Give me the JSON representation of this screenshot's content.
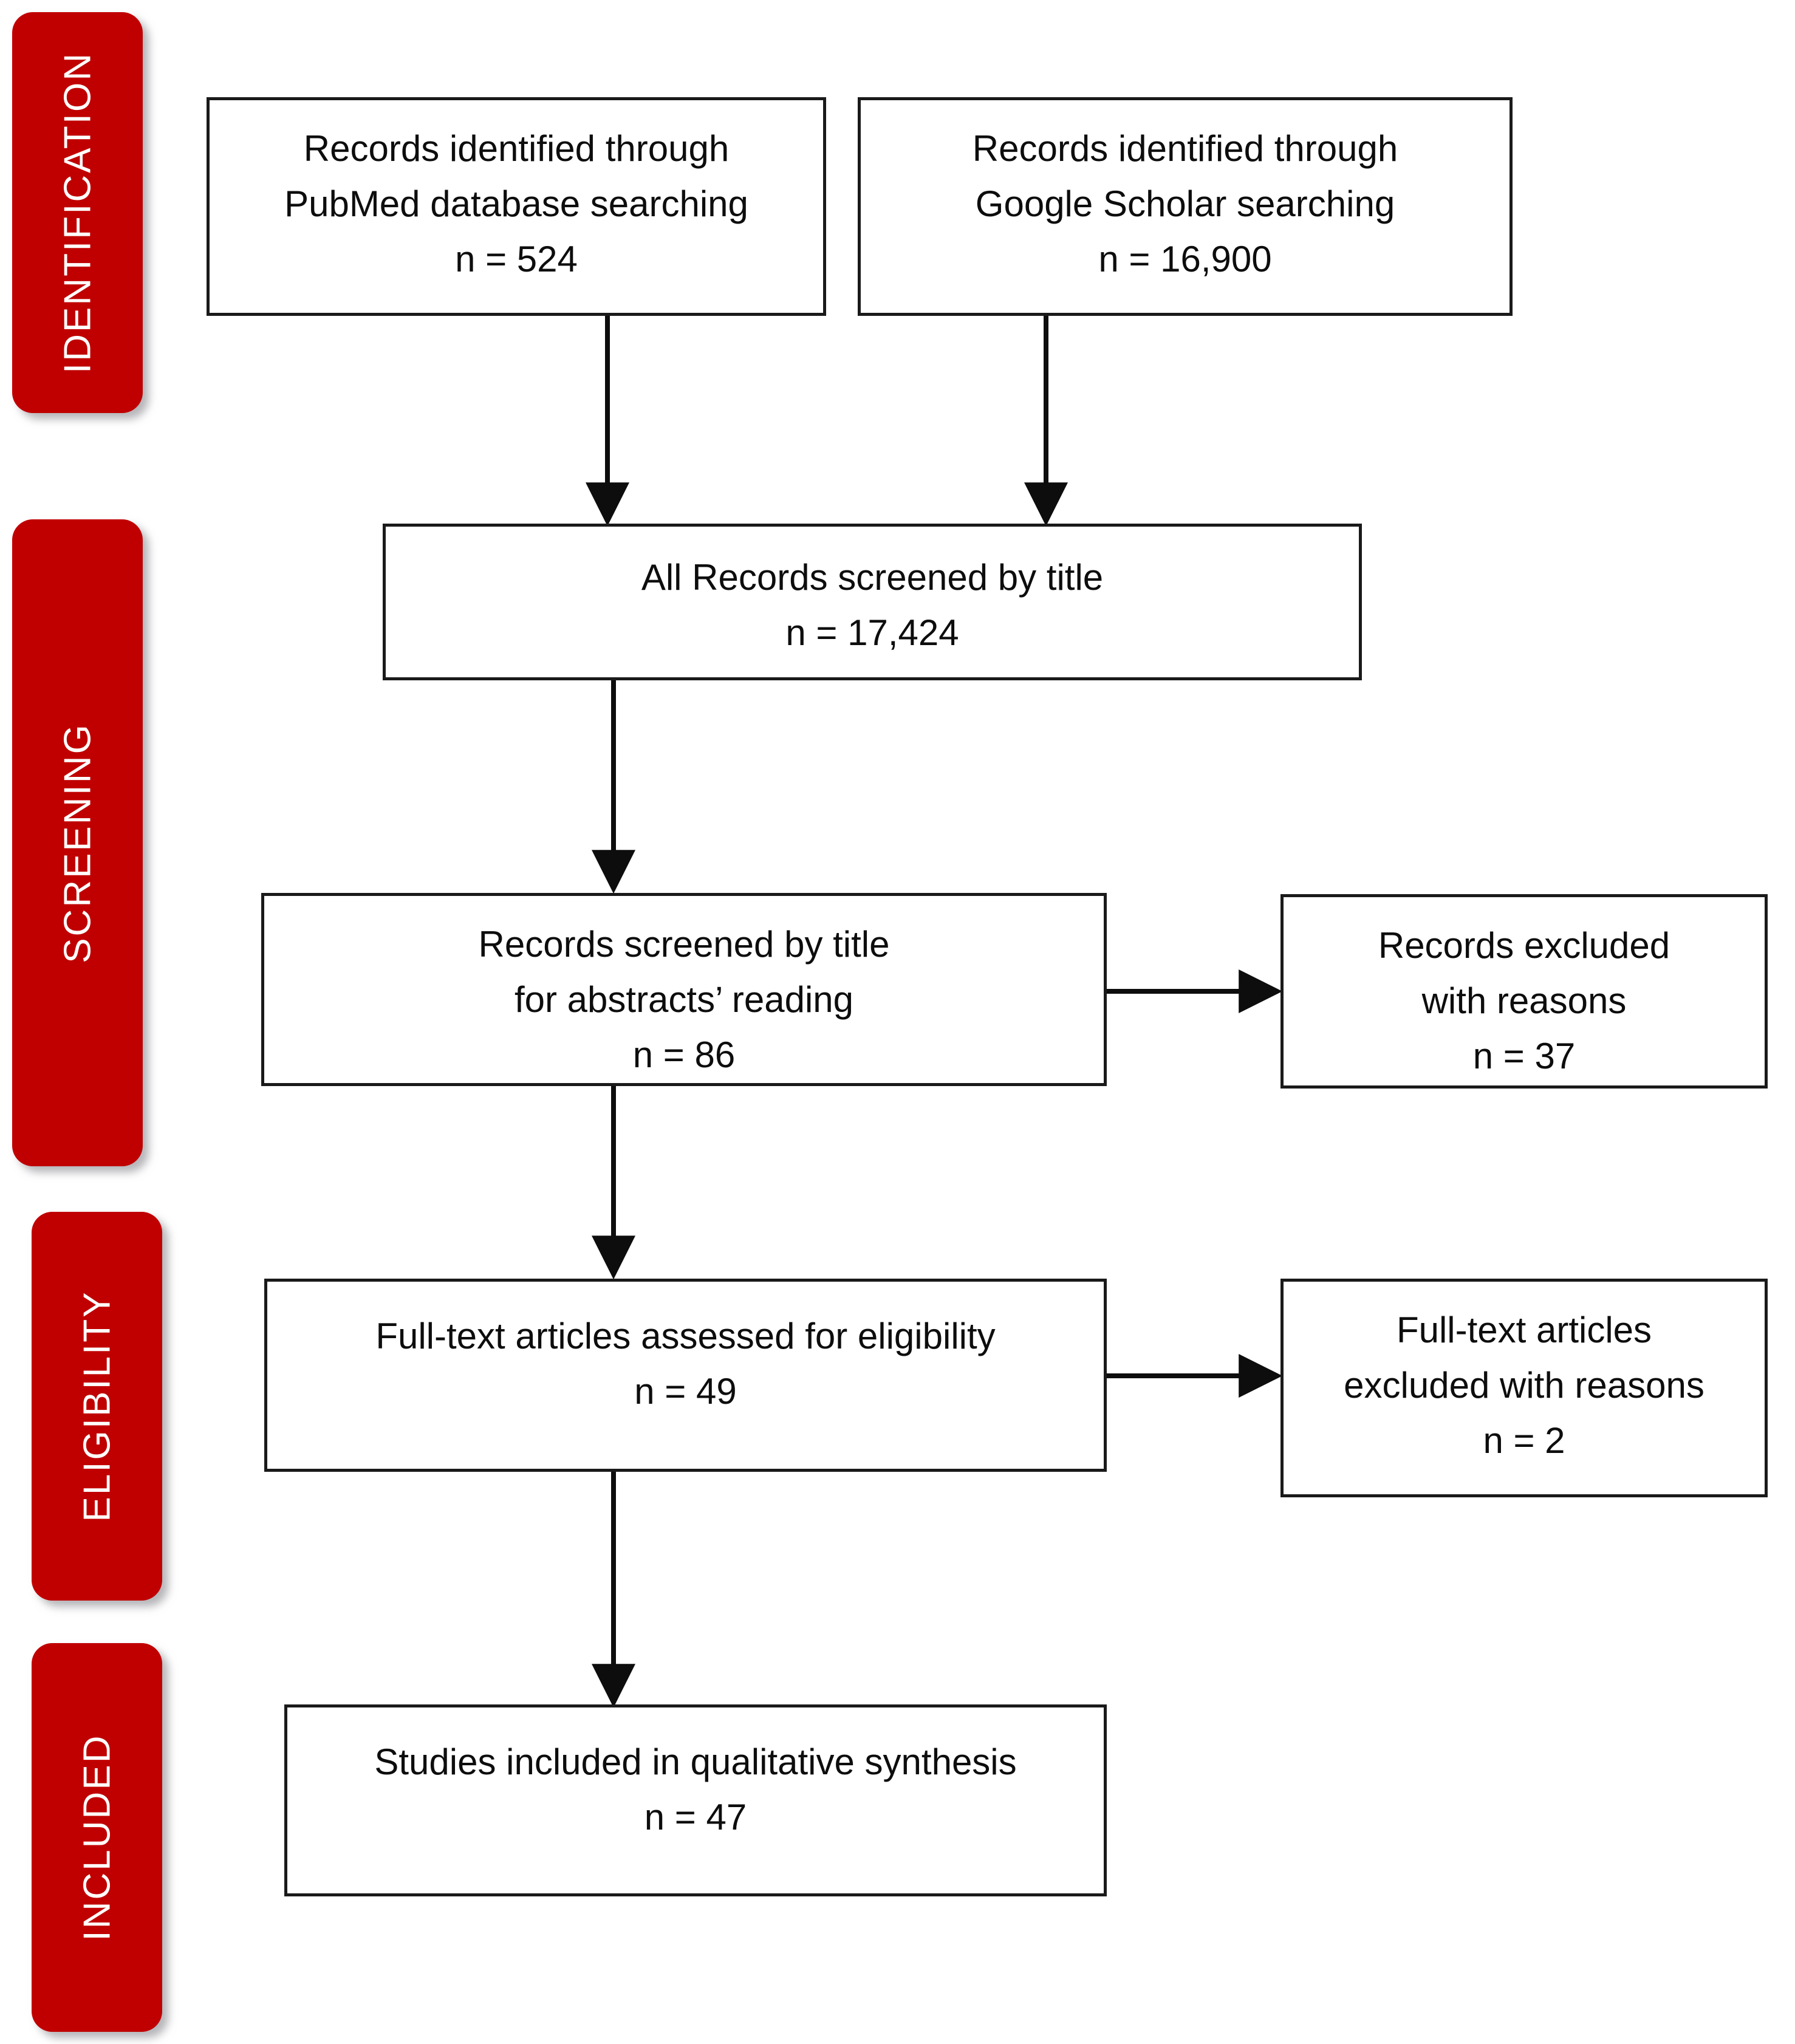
{
  "diagram": {
    "type": "prisma-flow-diagram",
    "accent_color": "#C00000",
    "box_border_color": "#1a1a1a",
    "background": "#FFFFFF"
  },
  "stages": [
    {
      "id": "identification",
      "label": "IDENTIFICATION"
    },
    {
      "id": "screening",
      "label": "SCREENING"
    },
    {
      "id": "eligibility",
      "label": "ELIGIBILITY"
    },
    {
      "id": "included",
      "label": "INCLUDED"
    }
  ],
  "boxes": {
    "pubmed": {
      "line1": "Records identified through",
      "line2": "PubMed database searching",
      "line3": "n = 524",
      "count": 524
    },
    "scholar": {
      "line1": "Records identified through",
      "line2": "Google Scholar searching",
      "line3": "n = 16,900",
      "count": 16900
    },
    "all_records": {
      "line1": "All Records screened by title",
      "line2": "n = 17,424",
      "count": 17424
    },
    "screened_titles": {
      "line1": "Records screened by title",
      "line2": "for abstracts’ reading",
      "line3": "n = 86",
      "count": 86
    },
    "records_excluded": {
      "line1": "Records excluded",
      "line2": "with reasons",
      "line3": "n = 37",
      "count": 37
    },
    "fulltext_assessed": {
      "line1": "Full-text articles assessed for eligibility",
      "line2": "n = 49",
      "count": 49
    },
    "fulltext_excluded": {
      "line1": "Full-text articles",
      "line2": "excluded with reasons",
      "line3": "n = 2",
      "count": 2
    },
    "studies_included": {
      "line1": "Studies included in qualitative synthesis",
      "line2": "n = 47",
      "count": 47
    }
  },
  "connectors": [
    {
      "id": "pubmed-to-all-records",
      "from": "pubmed",
      "to": "all_records",
      "direction": "down"
    },
    {
      "id": "scholar-to-all-records",
      "from": "scholar",
      "to": "all_records",
      "direction": "down"
    },
    {
      "id": "all-records-to-screened",
      "from": "all_records",
      "to": "screened_titles",
      "direction": "down"
    },
    {
      "id": "screened-to-excluded",
      "from": "screened_titles",
      "to": "records_excluded",
      "direction": "right"
    },
    {
      "id": "screened-to-fulltext",
      "from": "screened_titles",
      "to": "fulltext_assessed",
      "direction": "down"
    },
    {
      "id": "fulltext-to-excluded",
      "from": "fulltext_assessed",
      "to": "fulltext_excluded",
      "direction": "right"
    },
    {
      "id": "fulltext-to-included",
      "from": "fulltext_assessed",
      "to": "studies_included",
      "direction": "down"
    }
  ]
}
